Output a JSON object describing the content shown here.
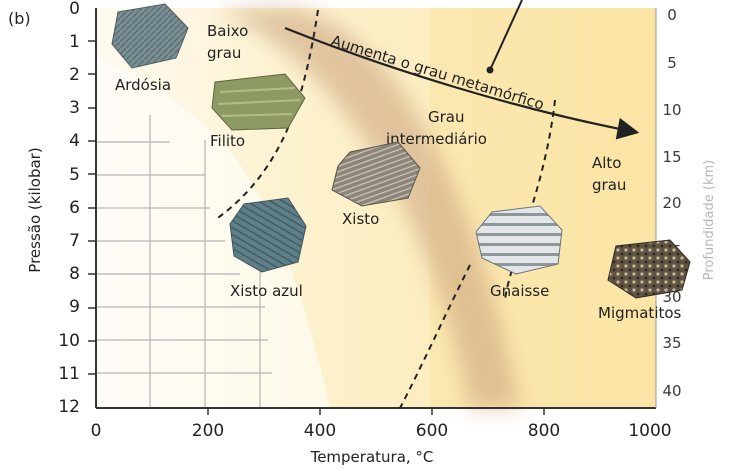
{
  "panel_label": "(b)",
  "y_axis": {
    "label": "Pressão (kilobar)",
    "ticks": [
      "0",
      "1",
      "2",
      "3",
      "4",
      "5",
      "6",
      "7",
      "8",
      "9",
      "10",
      "11",
      "12"
    ]
  },
  "x_axis": {
    "label": "Temperatura, °C",
    "ticks": [
      "0",
      "200",
      "400",
      "600",
      "800",
      "1000"
    ]
  },
  "right_axis": {
    "label": "Profundidade (km)",
    "ticks": [
      "0",
      "5",
      "10",
      "15",
      "20",
      "25",
      "30",
      "35",
      "40"
    ]
  },
  "arrow_label": "Aumenta o grau metamórfico",
  "zones": {
    "low": [
      "Baixo",
      "grau"
    ],
    "intermediate": [
      "Grau",
      "intermediário"
    ],
    "high": [
      "Alto",
      "grau"
    ]
  },
  "rocks": {
    "ardosia": "Ardósia",
    "filito": "Filito",
    "xisto": "Xisto",
    "xisto_azul": "Xisto azul",
    "gnaisse": "Gnaisse",
    "migmatitos": "Migmatitos"
  },
  "colors": {
    "background_warm": "#fbe9b0",
    "background_light": "#fef6d8",
    "band": "#c89e78",
    "grid": "#b0b0b0",
    "axis": "#333333",
    "text": "#222222"
  }
}
